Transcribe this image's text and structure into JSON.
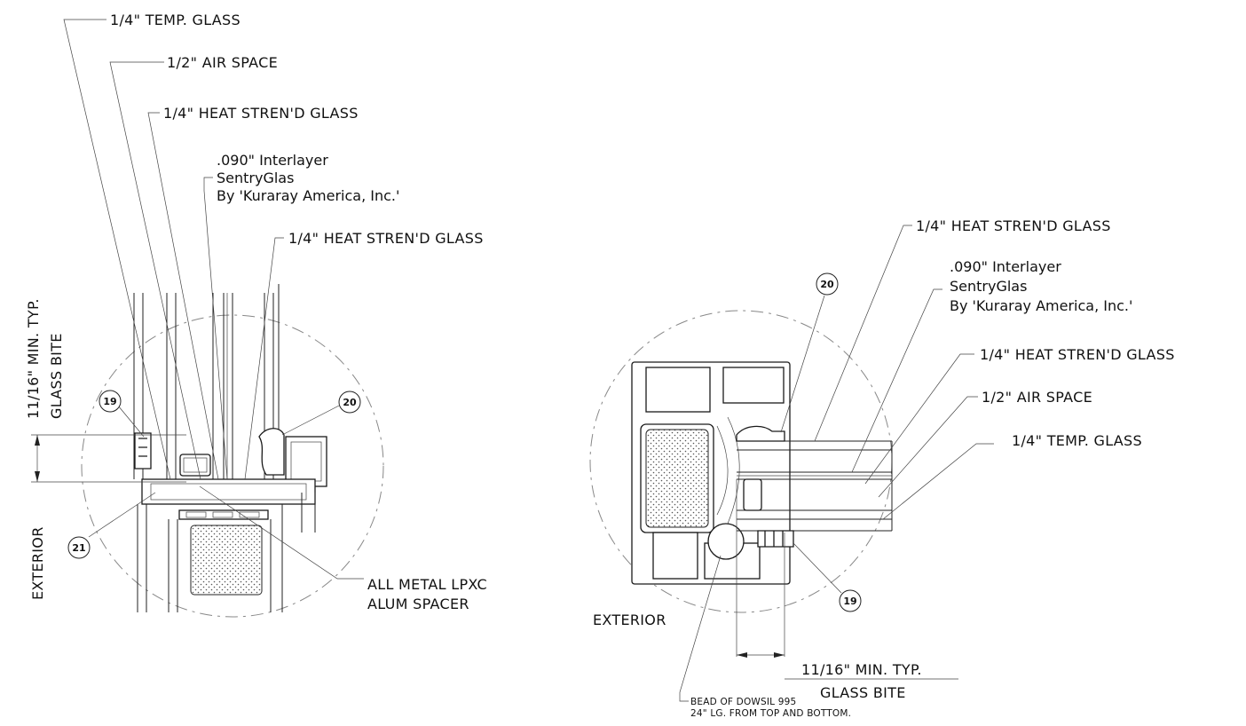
{
  "left_detail": {
    "labels": {
      "temp_glass": "1/4\" TEMP. GLASS",
      "air_space": "1/2\" AIR SPACE",
      "heat_glass_1": "1/4\" HEAT STREN'D GLASS",
      "interlayer_1": ".090\" Interlayer",
      "interlayer_2": "SentryGlas",
      "interlayer_3": "By 'Kuraray America, Inc.'",
      "heat_glass_2": "1/4\" HEAT STREN'D GLASS",
      "bite_1": "11/16\" MIN. TYP.",
      "bite_2": "GLASS BITE",
      "exterior": "EXTERIOR",
      "spacer_1": "ALL METAL LPXC",
      "spacer_2": "ALUM SPACER"
    },
    "tags": {
      "t19": "19",
      "t20": "20",
      "t21": "21"
    }
  },
  "right_detail": {
    "labels": {
      "heat_glass_1": "1/4\" HEAT STREN'D GLASS",
      "interlayer_1": ".090\" Interlayer",
      "interlayer_2": "SentryGlas",
      "interlayer_3": "By 'Kuraray America, Inc.'",
      "heat_glass_2": "1/4\" HEAT STREN'D GLASS",
      "air_space": "1/2\" AIR SPACE",
      "temp_glass": "1/4\" TEMP. GLASS",
      "exterior": "EXTERIOR",
      "bite_1": "11/16\" MIN. TYP.",
      "bite_2": "GLASS BITE",
      "bead_1": "BEAD OF DOWSIL 995",
      "bead_2": "24\" LG. FROM TOP AND BOTTOM."
    },
    "tags": {
      "t20": "20",
      "t19": "19"
    }
  }
}
